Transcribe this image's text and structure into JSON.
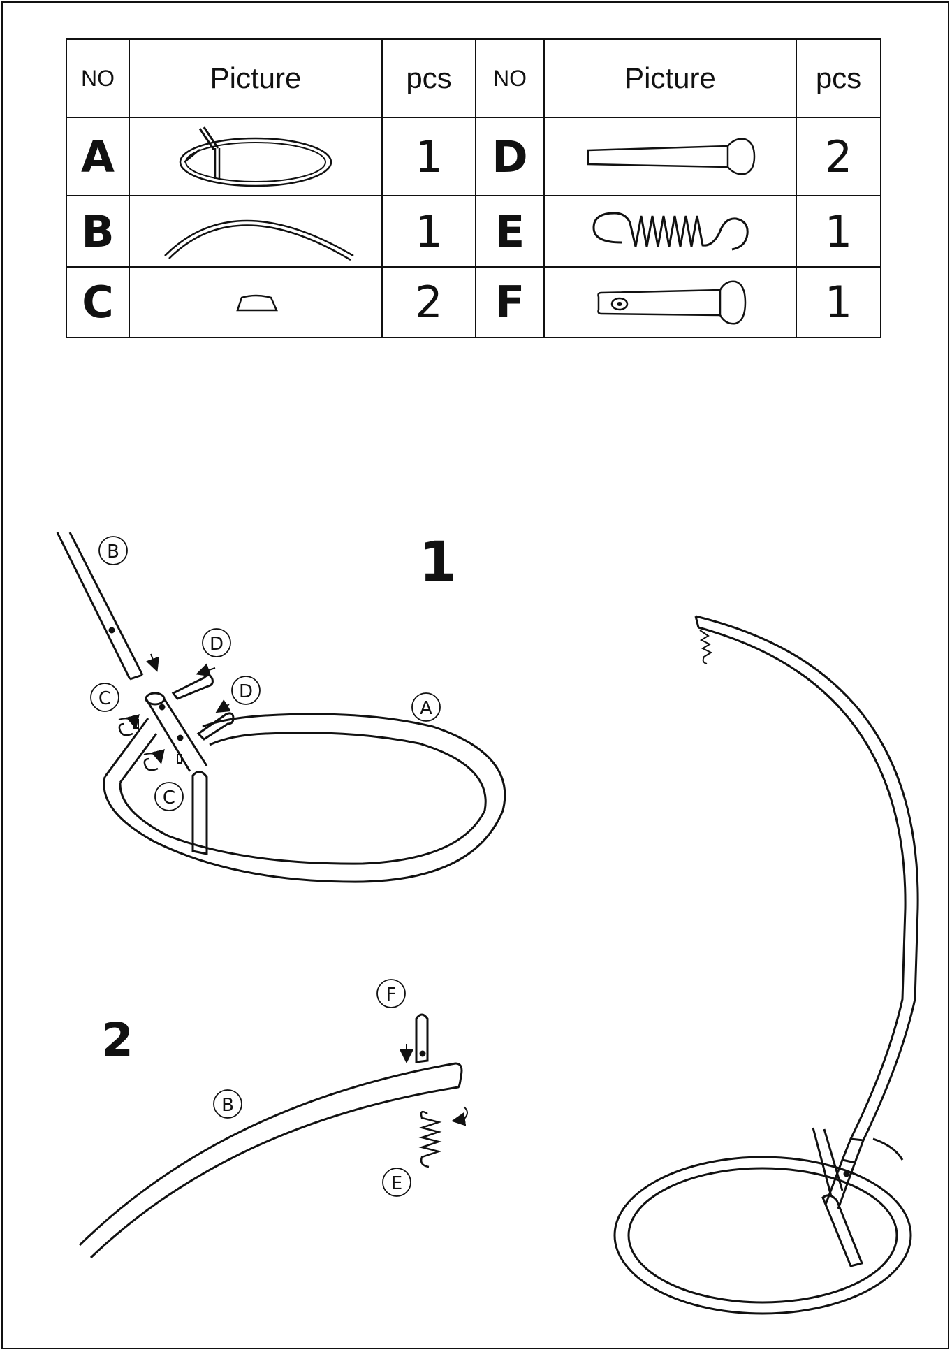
{
  "table": {
    "headers": {
      "no": "NO",
      "picture": "Picture",
      "pcs": "pcs"
    },
    "parts": [
      {
        "letter": "A",
        "icon": "frame-base-ring-icon",
        "pcs": "1"
      },
      {
        "letter": "B",
        "icon": "curved-tube-icon",
        "pcs": "1"
      },
      {
        "letter": "C",
        "icon": "cap-clip-icon",
        "pcs": "2"
      },
      {
        "letter": "D",
        "icon": "bolt-pin-icon",
        "pcs": "2"
      },
      {
        "letter": "E",
        "icon": "spring-icon",
        "pcs": "1"
      },
      {
        "letter": "F",
        "icon": "pin-with-hole-icon",
        "pcs": "1"
      }
    ]
  },
  "steps": {
    "step1": {
      "number": "1",
      "labels": [
        "B",
        "D",
        "D",
        "C",
        "C",
        "A"
      ]
    },
    "step2": {
      "number": "2",
      "labels": [
        "F",
        "B",
        "E"
      ]
    }
  }
}
